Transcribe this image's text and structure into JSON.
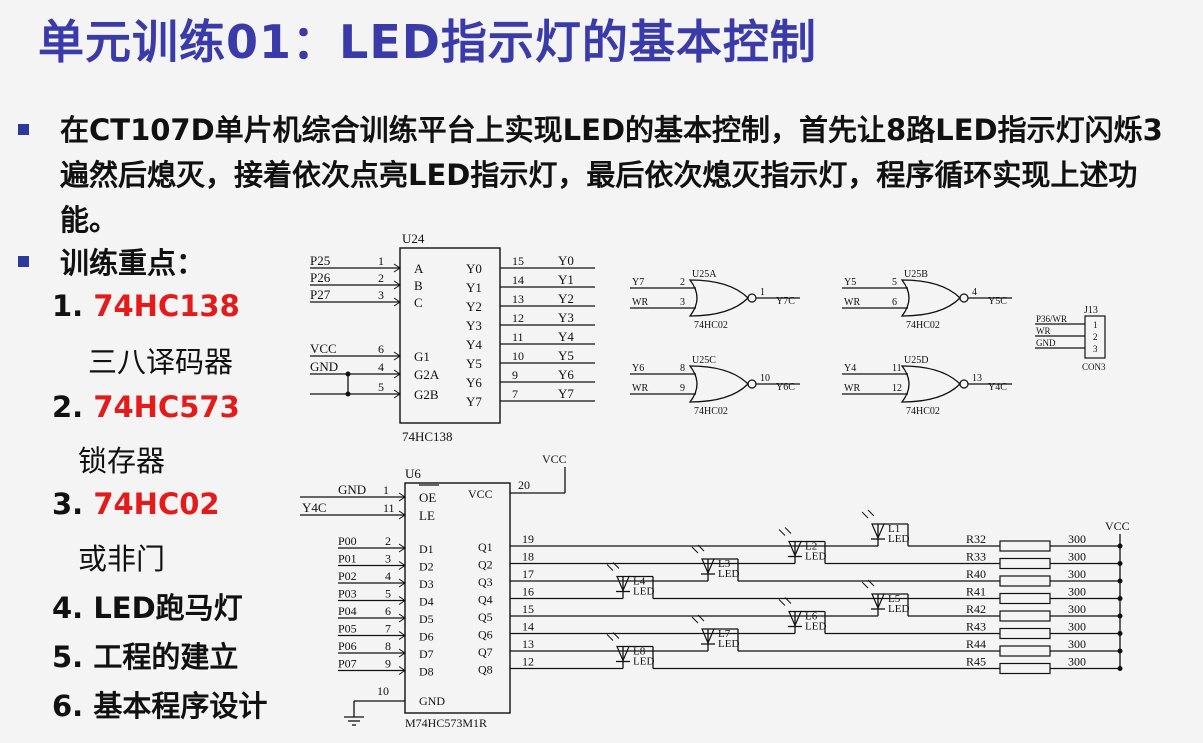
{
  "slide": {
    "title": "单元训练01：LED指示灯的基本控制",
    "description": "在CT107D单片机综合训练平台上实现LED的基本控制，首先让8路LED指示灯闪烁3遍然后熄灭，接着依次点亮LED指示灯，最后依次熄灭指示灯，程序循环实现上述功能。",
    "key_points_heading": "训练重点：",
    "items": [
      {
        "num": "1.",
        "label": "74HC138",
        "sub": "三八译码器"
      },
      {
        "num": "2.",
        "label": "74HC573",
        "sub": "锁存器"
      },
      {
        "num": "3.",
        "label": "74HC02",
        "sub": "或非门"
      },
      {
        "num": "4.",
        "label": "LED跑马灯",
        "sub": ""
      },
      {
        "num": "5.",
        "label": "工程的建立",
        "sub": ""
      },
      {
        "num": "6.",
        "label": "基本程序设计",
        "sub": ""
      }
    ]
  },
  "colors": {
    "title": "#3a3aa8",
    "highlight": "#e21b1b",
    "bullet": "#2b3a9a"
  },
  "schematic": {
    "u24": {
      "ref": "U24",
      "part": "74HC138",
      "inputs": [
        {
          "net": "P25",
          "pin": "1",
          "name": "A"
        },
        {
          "net": "P26",
          "pin": "2",
          "name": "B"
        },
        {
          "net": "P27",
          "pin": "3",
          "name": "C"
        },
        {
          "net": "VCC",
          "pin": "6",
          "name": "G1"
        },
        {
          "net": "GND",
          "pin": "4",
          "name": "G2A"
        },
        {
          "net": "",
          "pin": "5",
          "name": "G2B"
        }
      ],
      "outputs": [
        {
          "name": "Y0",
          "pin": "15",
          "net": "Y0"
        },
        {
          "name": "Y1",
          "pin": "14",
          "net": "Y1"
        },
        {
          "name": "Y2",
          "pin": "13",
          "net": "Y2"
        },
        {
          "name": "Y3",
          "pin": "12",
          "net": "Y3"
        },
        {
          "name": "Y4",
          "pin": "11",
          "net": "Y4"
        },
        {
          "name": "Y5",
          "pin": "10",
          "net": "Y5"
        },
        {
          "name": "Y6",
          "pin": "9",
          "net": "Y6"
        },
        {
          "name": "Y7",
          "pin": "7",
          "net": "Y7"
        }
      ]
    },
    "gates": [
      {
        "ref": "U25A",
        "in1": "Y7",
        "p1": "2",
        "in2": "WR",
        "p2": "3",
        "pout": "1",
        "out": "Y7C",
        "part": "74HC02"
      },
      {
        "ref": "U25B",
        "in1": "Y5",
        "p1": "5",
        "in2": "WR",
        "p2": "6",
        "pout": "4",
        "out": "Y5C",
        "part": "74HC02"
      },
      {
        "ref": "U25C",
        "in1": "Y6",
        "p1": "8",
        "in2": "WR",
        "p2": "9",
        "pout": "10",
        "out": "Y6C",
        "part": "74HC02"
      },
      {
        "ref": "U25D",
        "in1": "Y4",
        "p1": "11",
        "in2": "WR",
        "p2": "12",
        "pout": "13",
        "out": "Y4C",
        "part": "74HC02"
      }
    ],
    "j13": {
      "ref": "J13",
      "part": "CON3",
      "nets": [
        "P36/WR",
        "WR",
        "GND"
      ],
      "pins": [
        "1",
        "2",
        "3"
      ]
    },
    "u6": {
      "ref": "U6",
      "part": "M74HC573M1R",
      "top": [
        {
          "net": "GND",
          "pin": "1",
          "name": "OE"
        },
        {
          "net": "Y4C",
          "pin": "11",
          "name": "LE"
        }
      ],
      "vcc": {
        "name": "VCC",
        "pin": "20",
        "net": "VCC"
      },
      "gnd": {
        "name": "GND",
        "pin": "10"
      },
      "inputs": [
        {
          "net": "P00",
          "pin": "2",
          "name": "D1"
        },
        {
          "net": "P01",
          "pin": "3",
          "name": "D2"
        },
        {
          "net": "P02",
          "pin": "4",
          "name": "D3"
        },
        {
          "net": "P03",
          "pin": "5",
          "name": "D4"
        },
        {
          "net": "P04",
          "pin": "6",
          "name": "D5"
        },
        {
          "net": "P05",
          "pin": "7",
          "name": "D6"
        },
        {
          "net": "P06",
          "pin": "8",
          "name": "D7"
        },
        {
          "net": "P07",
          "pin": "9",
          "name": "D8"
        }
      ],
      "outputs": [
        {
          "name": "Q1",
          "pin": "19"
        },
        {
          "name": "Q2",
          "pin": "18"
        },
        {
          "name": "Q3",
          "pin": "17"
        },
        {
          "name": "Q4",
          "pin": "16"
        },
        {
          "name": "Q5",
          "pin": "15"
        },
        {
          "name": "Q6",
          "pin": "14"
        },
        {
          "name": "Q7",
          "pin": "13"
        },
        {
          "name": "Q8",
          "pin": "12"
        }
      ]
    },
    "leds": [
      {
        "ref": "L1",
        "type": "LED"
      },
      {
        "ref": "L2",
        "type": "LED"
      },
      {
        "ref": "L3",
        "type": "LED"
      },
      {
        "ref": "L4",
        "type": "LED"
      },
      {
        "ref": "L5",
        "type": "LED"
      },
      {
        "ref": "L6",
        "type": "LED"
      },
      {
        "ref": "L7",
        "type": "LED"
      },
      {
        "ref": "L8",
        "type": "LED"
      }
    ],
    "resistors": [
      {
        "ref": "R32",
        "value": "300"
      },
      {
        "ref": "R33",
        "value": "300"
      },
      {
        "ref": "R40",
        "value": "300"
      },
      {
        "ref": "R41",
        "value": "300"
      },
      {
        "ref": "R42",
        "value": "300"
      },
      {
        "ref": "R43",
        "value": "300"
      },
      {
        "ref": "R44",
        "value": "300"
      },
      {
        "ref": "R45",
        "value": "300"
      }
    ],
    "rail": "VCC"
  }
}
